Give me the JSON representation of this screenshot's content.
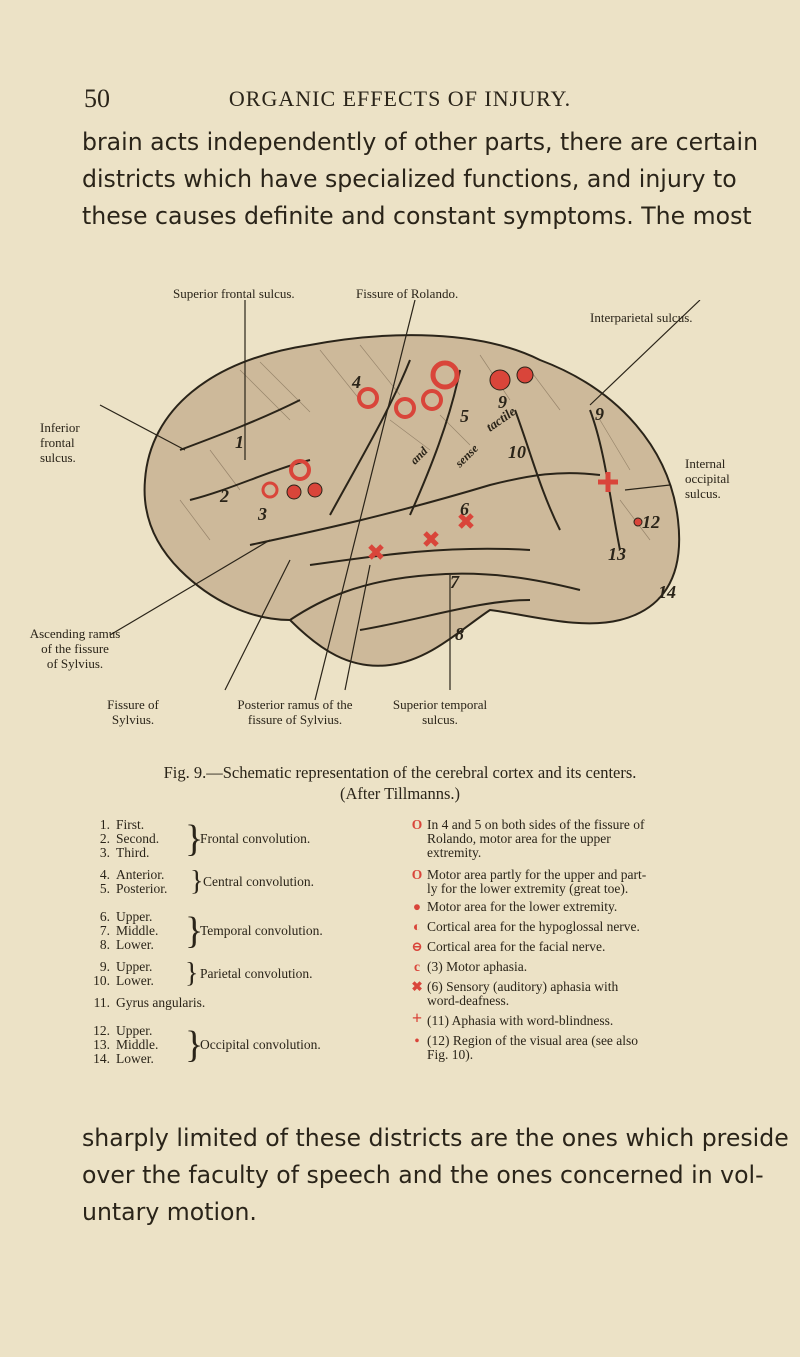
{
  "page": {
    "number": "50",
    "running_head": "ORGANIC EFFECTS OF INJURY."
  },
  "intro_lines": [
    "brain acts independently of other parts, there are certain",
    "districts which have specialized functions, and injury to",
    "these causes definite and constant symptoms.  The most"
  ],
  "figure": {
    "labels": {
      "superior_frontal": "Superior frontal sulcus.",
      "rolando": "Fissure of Rolando.",
      "interparietal": "Interparietal sulcus.",
      "inferior_frontal": [
        "Inferior",
        "frontal",
        "sulcus."
      ],
      "internal_occipital": [
        "Internal",
        "occipital",
        "sulcus."
      ],
      "ascending_ramus": [
        "Ascending ramus",
        "of the fissure",
        "of Sylvius."
      ],
      "fissure_sylvius": [
        "Fissure of",
        "Sylvius."
      ],
      "posterior_ramus": [
        "Posterior ramus of the",
        "fissure of Sylvius."
      ],
      "superior_temporal": [
        "Superior temporal",
        "sulcus."
      ]
    },
    "numbers": [
      "1",
      "2",
      "3",
      "4",
      "5",
      "6",
      "7",
      "8",
      "9",
      "9",
      "10",
      "12",
      "13",
      "14"
    ],
    "words": [
      "tactile",
      "sense",
      "and"
    ],
    "caption_line1": "Fig. 9.—Schematic representation of the cerebral cortex and its centers.",
    "caption_line2": "(After Tillmanns.)"
  },
  "legend_left": [
    {
      "n": "1.",
      "t": "First."
    },
    {
      "n": "2.",
      "t": "Second."
    },
    {
      "n": "3.",
      "t": "Third."
    },
    {
      "n": "4.",
      "t": "Anterior."
    },
    {
      "n": "5.",
      "t": "Posterior."
    },
    {
      "n": "6.",
      "t": "Upper."
    },
    {
      "n": "7.",
      "t": "Middle."
    },
    {
      "n": "8.",
      "t": "Lower."
    },
    {
      "n": "9.",
      "t": "Upper."
    },
    {
      "n": "10.",
      "t": "Lower."
    },
    {
      "n": "11.",
      "t": "Gyrus angularis."
    },
    {
      "n": "12.",
      "t": "Upper."
    },
    {
      "n": "13.",
      "t": "Middle."
    },
    {
      "n": "14.",
      "t": "Lower."
    }
  ],
  "legend_groups": {
    "frontal": "Frontal convolution.",
    "central": "Central convolution.",
    "temporal": "Temporal convolution.",
    "parietal": "Parietal convolution.",
    "occipital": "Occipital convolution."
  },
  "legend_right": [
    {
      "sym": "O",
      "lines": [
        "In 4 and 5 on both sides of the fissure of",
        "Rolando, motor area for the upper",
        "extremity."
      ]
    },
    {
      "sym": "O",
      "lines": [
        "Motor area partly for the upper and part-",
        "ly for the lower extremity (great toe)."
      ]
    },
    {
      "sym": "●",
      "lines": [
        "Motor area for the lower extremity."
      ]
    },
    {
      "sym": "◐",
      "lines": [
        "Cortical area for the hypoglossal nerve."
      ]
    },
    {
      "sym": "⊖",
      "lines": [
        "Cortical area for the facial nerve."
      ]
    },
    {
      "sym": "c",
      "lines": [
        "(3) Motor aphasia."
      ]
    },
    {
      "sym": "✖",
      "lines": [
        "(6) Sensory (auditory) aphasia with",
        "word-deafness."
      ]
    },
    {
      "sym": "+",
      "lines": [
        "(11) Aphasia with word-blindness."
      ]
    },
    {
      "sym": "•",
      "lines": [
        "(12) Region of the visual area (see also",
        "Fig. 10)."
      ]
    }
  ],
  "closing_lines": [
    "sharply limited of these districts are the ones which preside",
    "over the faculty of speech and the ones concerned in vol-",
    "untary motion."
  ],
  "colors": {
    "paper": "#ece2c6",
    "ink": "#2a2419",
    "red": "#d9453a"
  }
}
